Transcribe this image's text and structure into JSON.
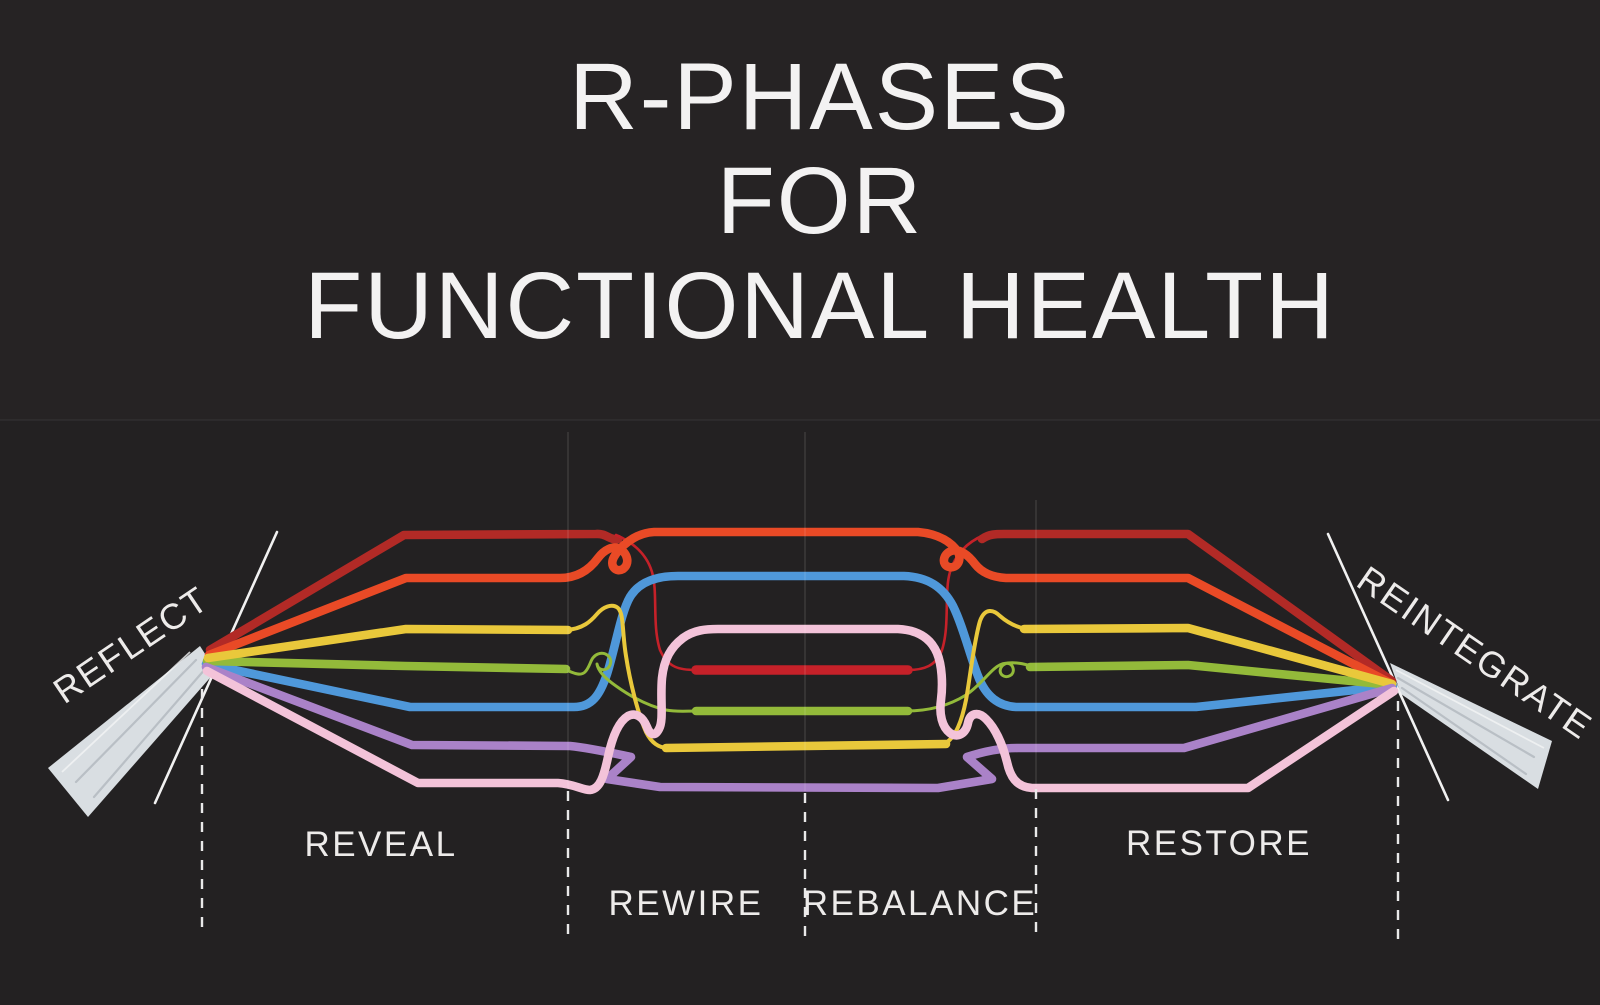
{
  "title": {
    "line1": "R-PHASES",
    "line2": "FOR",
    "line3": "FUNCTIONAL HEALTH"
  },
  "phases": {
    "reflect": "REFLECT",
    "reveal": "REVEAL",
    "rewire": "REWIRE",
    "rebalance": "REBALANCE",
    "restore": "RESTORE",
    "reintegrate": "REINTEGRATE"
  },
  "strand_colors_top_to_bottom": [
    "dark-red",
    "orange-red",
    "yellow",
    "green",
    "blue",
    "purple",
    "pink"
  ],
  "colors": {
    "bgTop": "#262324",
    "bgBottom": "#232122",
    "text": "#f3f2f2",
    "label": "#edebea",
    "chalk": "#d9dee2",
    "chalkShade": "#a7aeb5",
    "guide": "#f1f1f1",
    "divider": "#e9e9e9",
    "red": "#b22a26",
    "redBright": "#c52129",
    "orange": "#e94a26",
    "yellow": "#e9c83b",
    "green": "#93ba3a",
    "blue": "#4f98da",
    "purple": "#aa82c8",
    "pink": "#f3c3d9"
  }
}
